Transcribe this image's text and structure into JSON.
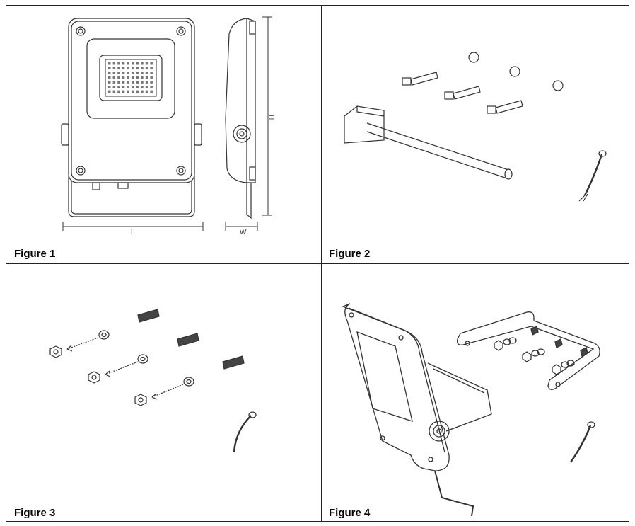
{
  "figures": [
    {
      "caption": "Figure 1",
      "content": "Front and side view of LED floodlight with dimensions",
      "dims": {
        "length": "L",
        "width": "W",
        "height": "H"
      }
    },
    {
      "caption": "Figure 2",
      "content": "Wall anchors, drilled holes, pole and cable"
    },
    {
      "caption": "Figure 3",
      "content": "Bolts, washers and nuts with cable"
    },
    {
      "caption": "Figure 4",
      "content": "Floodlight mounted on U-bracket with fasteners"
    }
  ]
}
